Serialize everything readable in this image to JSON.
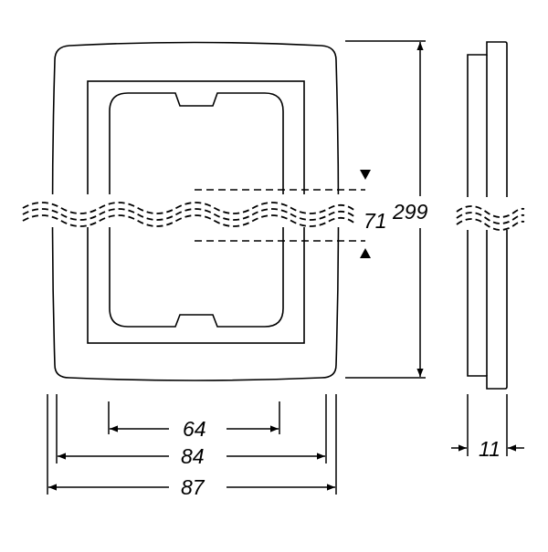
{
  "drawing": {
    "stroke_color": "#000000",
    "background": "#ffffff",
    "dimensions": {
      "inner_width": "64",
      "frame_opening_width": "84",
      "overall_width": "87",
      "depth": "11",
      "center_spacing": "71",
      "overall_height": "299"
    }
  }
}
